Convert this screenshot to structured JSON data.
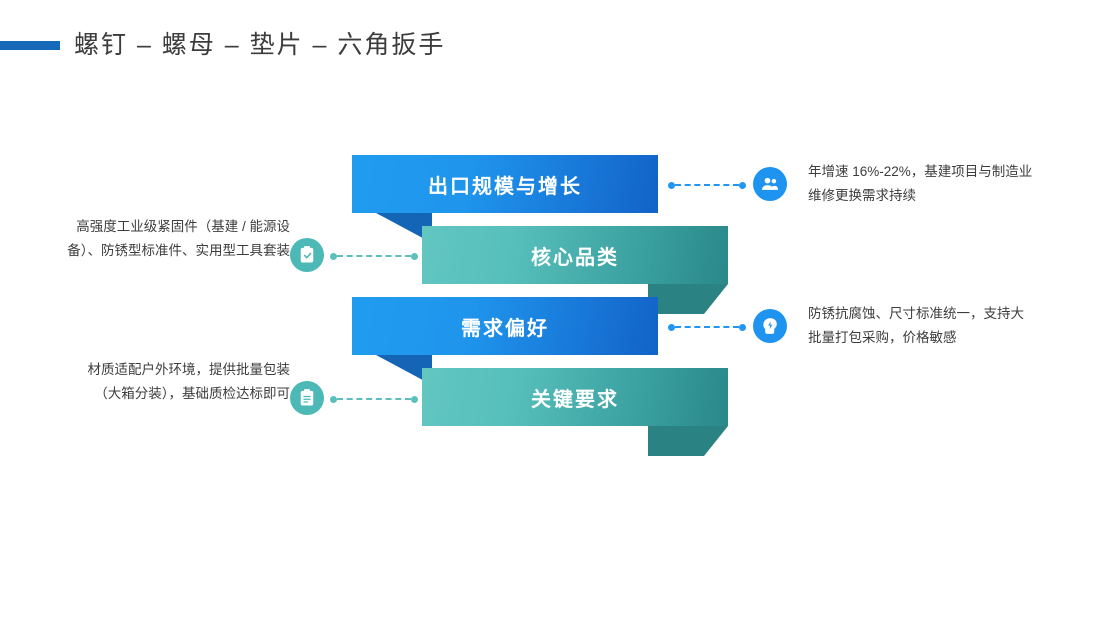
{
  "header": {
    "title": "螺钉 – 螺母 – 垫片 – 六角扳手",
    "accent_color": "#1668b8"
  },
  "colors": {
    "blue_light": "#1f9cf0",
    "blue_dark": "#1263c6",
    "blue_fold": "#1565b7",
    "teal_light": "#62c6c1",
    "teal_dark": "#2a8889",
    "teal_fold": "#2b8283",
    "connector_blue": "#2196f3",
    "connector_teal": "#5cbfbb",
    "text": "#3d3d3d"
  },
  "rows": [
    {
      "banner_label": "出口规模与增长",
      "banner_theme": "blue",
      "caption": "年增速 16%-22%，基建项目与制造业维修更换需求持续",
      "caption_side": "right",
      "icon": "users-icon",
      "icon_theme": "blue"
    },
    {
      "banner_label": "核心品类",
      "banner_theme": "teal",
      "caption": "高强度工业级紧固件（基建 / 能源设备）、防锈型标准件、实用型工具套装",
      "caption_side": "left",
      "icon": "clipboard-check-icon",
      "icon_theme": "teal"
    },
    {
      "banner_label": "需求偏好",
      "banner_theme": "blue",
      "caption": "防锈抗腐蚀、尺寸标准统一，支持大批量打包采购，价格敏感",
      "caption_side": "right",
      "icon": "idea-head-icon",
      "icon_theme": "blue"
    },
    {
      "banner_label": "关键要求",
      "banner_theme": "teal",
      "caption": "材质适配户外环境，提供批量包装（大箱分装），基础质检达标即可",
      "caption_side": "left",
      "icon": "clipboard-lines-icon",
      "icon_theme": "teal"
    }
  ]
}
